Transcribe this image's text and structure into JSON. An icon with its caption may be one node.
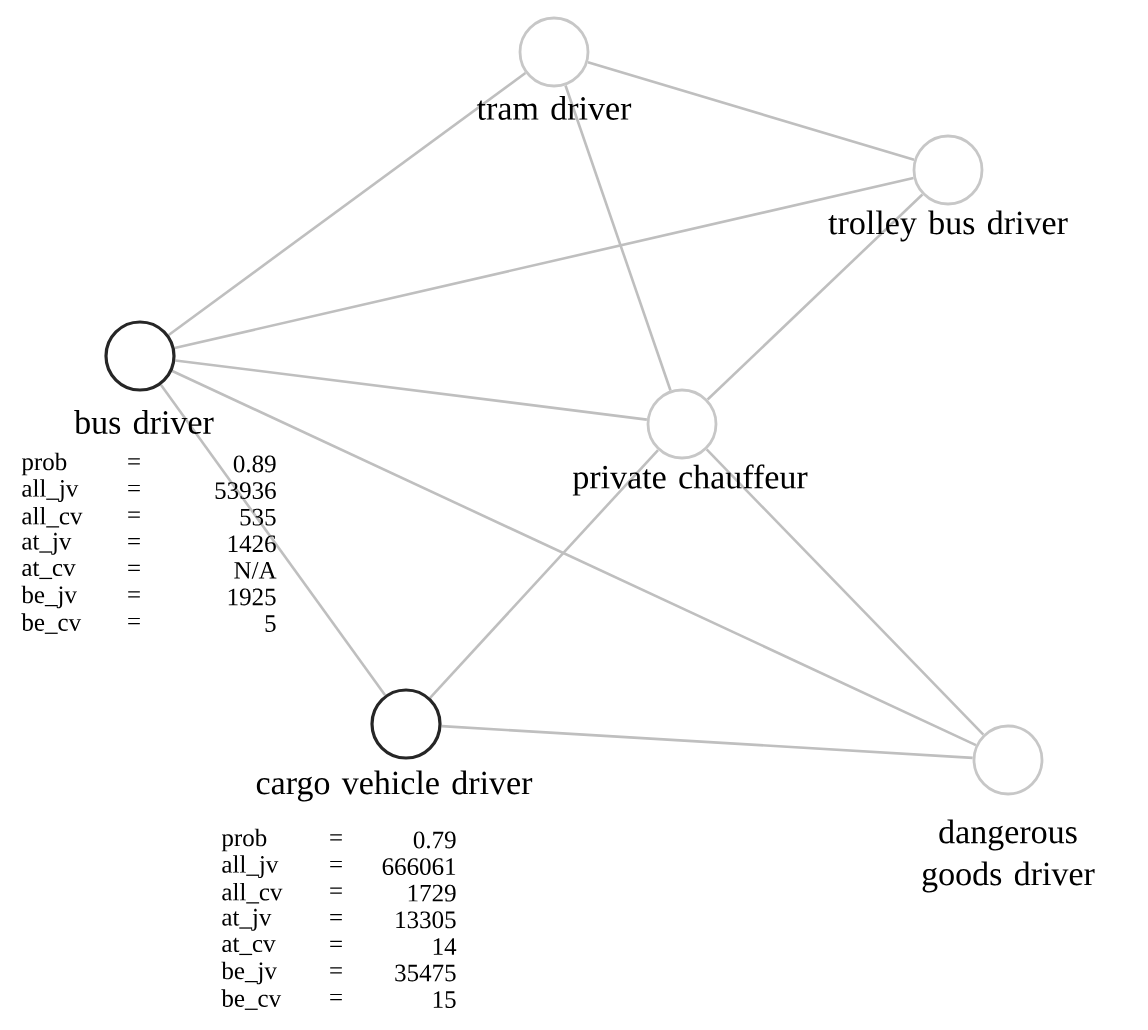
{
  "diagram": {
    "nodes": [
      {
        "text": [
          "tram driver"
        ]
      },
      {
        "text": [
          "trolley bus driver"
        ]
      },
      {
        "text": [
          "bus driver"
        ]
      },
      {
        "text": [
          "private chauffeur"
        ]
      },
      {
        "text": [
          "cargo vehicle driver"
        ]
      },
      {
        "text": [
          "dangerous goods driver"
        ]
      }
    ],
    "edges": [
      {
        "from": 0,
        "to": 1,
        "arrow": "none"
      },
      {
        "from": 0,
        "to": 2,
        "arrow": "none"
      },
      {
        "from": 0,
        "to": 3,
        "arrow": "none"
      },
      {
        "from": 1,
        "to": 2,
        "arrow": "none"
      },
      {
        "from": 1,
        "to": 3,
        "arrow": "none"
      },
      {
        "from": 2,
        "to": 3,
        "arrow": "none"
      },
      {
        "from": 2,
        "to": 4,
        "arrow": "none"
      },
      {
        "from": 2,
        "to": 5,
        "arrow": "none"
      },
      {
        "from": 3,
        "to": 4,
        "arrow": "none"
      },
      {
        "from": 3,
        "to": 5,
        "arrow": "none"
      },
      {
        "from": 4,
        "to": 5,
        "arrow": "none"
      }
    ],
    "labels": [
      "prob",
      "=",
      "0.89",
      "all_jv",
      "=",
      "53936",
      "all_cv",
      "=",
      "535",
      "at_jv",
      "=",
      "1426",
      "at_cv",
      "=",
      "N/A",
      "be_jv",
      "=",
      "1925",
      "be_cv",
      "=",
      "5",
      "prob",
      "=",
      "0.79",
      "all_jv",
      "=",
      "666061",
      "all_cv",
      "=",
      "1729",
      "at_jv",
      "=",
      "13305",
      "at_cv",
      "=",
      "14",
      "be_jv",
      "=",
      "35475",
      "be_cv",
      "=",
      "15"
    ]
  }
}
